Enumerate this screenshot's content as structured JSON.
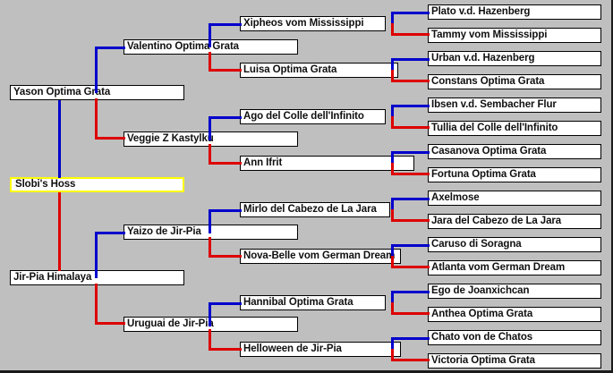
{
  "chart": {
    "type": "pedigree-tree",
    "title": "",
    "background_color": "#bfbfbf",
    "sire_line_color": "#0000cc",
    "dam_line_color": "#dd0000",
    "focus_highlight_color": "#ffff00",
    "generations": 5,
    "subject": "Slobi's Hoss",
    "nodes": {
      "gen1": {
        "subject": "Slobi's Hoss",
        "sire": "Yason Optima Grata",
        "dam": "Jir-Pia Himalaya"
      },
      "gen2": {
        "sire_sire": "Valentino Optima Grata",
        "sire_dam": "Veggie Z Kastylku",
        "dam_sire": "Yaizo de Jir-Pia",
        "dam_dam": "Uruguai de Jir-Pia"
      },
      "gen3": [
        "Xipheos vom Mississippi",
        "Luisa Optima Grata",
        "Ago del Colle dell'Infinito",
        "Ann Ifrit",
        "Mirlo del Cabezo de La Jara",
        "Nova-Belle vom German Dream",
        "Hannibal Optima Grata",
        "Helloween de Jir-Pia"
      ],
      "gen4": [
        "Plato v.d. Hazenberg",
        "Tammy vom Mississippi",
        "Urban v.d. Hazenberg",
        "Constans Optima Grata",
        "Ibsen v.d. Sembacher Flur",
        "Tullia del Colle dell'Infinito",
        "Casanova Optima Grata",
        "Fortuna Optima Grata",
        "Axelmose",
        "Jara del Cabezo de La Jara",
        "Caruso di Soragna",
        "Atlanta vom German Dream",
        "Ego de Joanxichcan",
        "Anthea Optima Grata",
        "Chato von de Chatos",
        "Victoria Optima Grata"
      ]
    }
  }
}
